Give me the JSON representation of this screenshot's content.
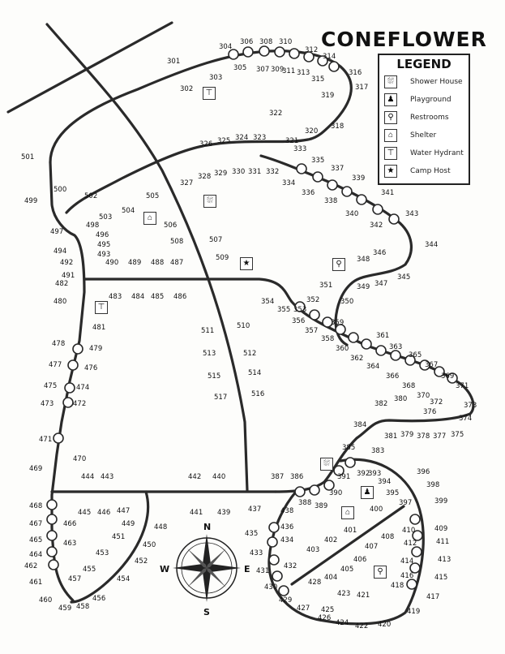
{
  "title": "CONEFLOWER",
  "legend": {
    "title": "LEGEND",
    "items": [
      {
        "label": "Shower House",
        "icon": "shower-icon",
        "glyph": "⛆"
      },
      {
        "label": "Playground",
        "icon": "playground-icon",
        "glyph": "♟"
      },
      {
        "label": "Restrooms",
        "icon": "restroom-icon",
        "glyph": "⚲"
      },
      {
        "label": "Shelter",
        "icon": "shelter-icon",
        "glyph": "⌂"
      },
      {
        "label": "Water Hydrant",
        "icon": "water-hydrant-icon",
        "glyph": "⊤"
      },
      {
        "label": "Camp Host",
        "icon": "camp-host-icon",
        "glyph": "★"
      }
    ]
  },
  "compass": {
    "n": "N",
    "s": "S",
    "e": "E",
    "w": "W"
  },
  "sites": [
    "301",
    "302",
    "303",
    "304",
    "305",
    "306",
    "307",
    "308",
    "309",
    "310",
    "311",
    "312",
    "313",
    "314",
    "315",
    "316",
    "317",
    "318",
    "319",
    "320",
    "321",
    "322",
    "323",
    "324",
    "325",
    "326",
    "327",
    "328",
    "329",
    "330",
    "331",
    "332",
    "333",
    "334",
    "335",
    "336",
    "337",
    "338",
    "339",
    "340",
    "341",
    "342",
    "343",
    "344",
    "345",
    "346",
    "347",
    "348",
    "349",
    "350",
    "351",
    "352",
    "353",
    "354",
    "355",
    "356",
    "357",
    "358",
    "359",
    "360",
    "361",
    "362",
    "363",
    "364",
    "365",
    "366",
    "367",
    "368",
    "369",
    "370",
    "371",
    "372",
    "373",
    "374",
    "375",
    "376",
    "377",
    "378",
    "379",
    "380",
    "381",
    "382",
    "383",
    "384",
    "385",
    "386",
    "387",
    "388",
    "389",
    "390",
    "391",
    "392",
    "393",
    "394",
    "395",
    "396",
    "397",
    "398",
    "399",
    "400",
    "401",
    "402",
    "403",
    "404",
    "405",
    "406",
    "407",
    "408",
    "409",
    "410",
    "411",
    "412",
    "413",
    "414",
    "415",
    "416",
    "417",
    "418",
    "419",
    "420",
    "421",
    "422",
    "423",
    "424",
    "425",
    "426",
    "427",
    "428",
    "429",
    "430",
    "431",
    "432",
    "433",
    "434",
    "435",
    "436",
    "437",
    "438",
    "439",
    "440",
    "441",
    "442",
    "443",
    "444",
    "445",
    "446",
    "447",
    "448",
    "449",
    "450",
    "451",
    "452",
    "453",
    "454",
    "455",
    "456",
    "457",
    "458",
    "459",
    "460",
    "461",
    "462",
    "463",
    "464",
    "465",
    "466",
    "467",
    "468",
    "469",
    "470",
    "471",
    "472",
    "473",
    "474",
    "475",
    "476",
    "477",
    "478",
    "479",
    "480",
    "481",
    "482",
    "483",
    "484",
    "485",
    "486",
    "487",
    "488",
    "489",
    "490",
    "491",
    "492",
    "493",
    "494",
    "495",
    "496",
    "497",
    "498",
    "499",
    "500",
    "501",
    "502",
    "503",
    "504",
    "505",
    "506",
    "507",
    "508",
    "509",
    "510",
    "511",
    "512",
    "513",
    "514",
    "515",
    "516",
    "517"
  ]
}
